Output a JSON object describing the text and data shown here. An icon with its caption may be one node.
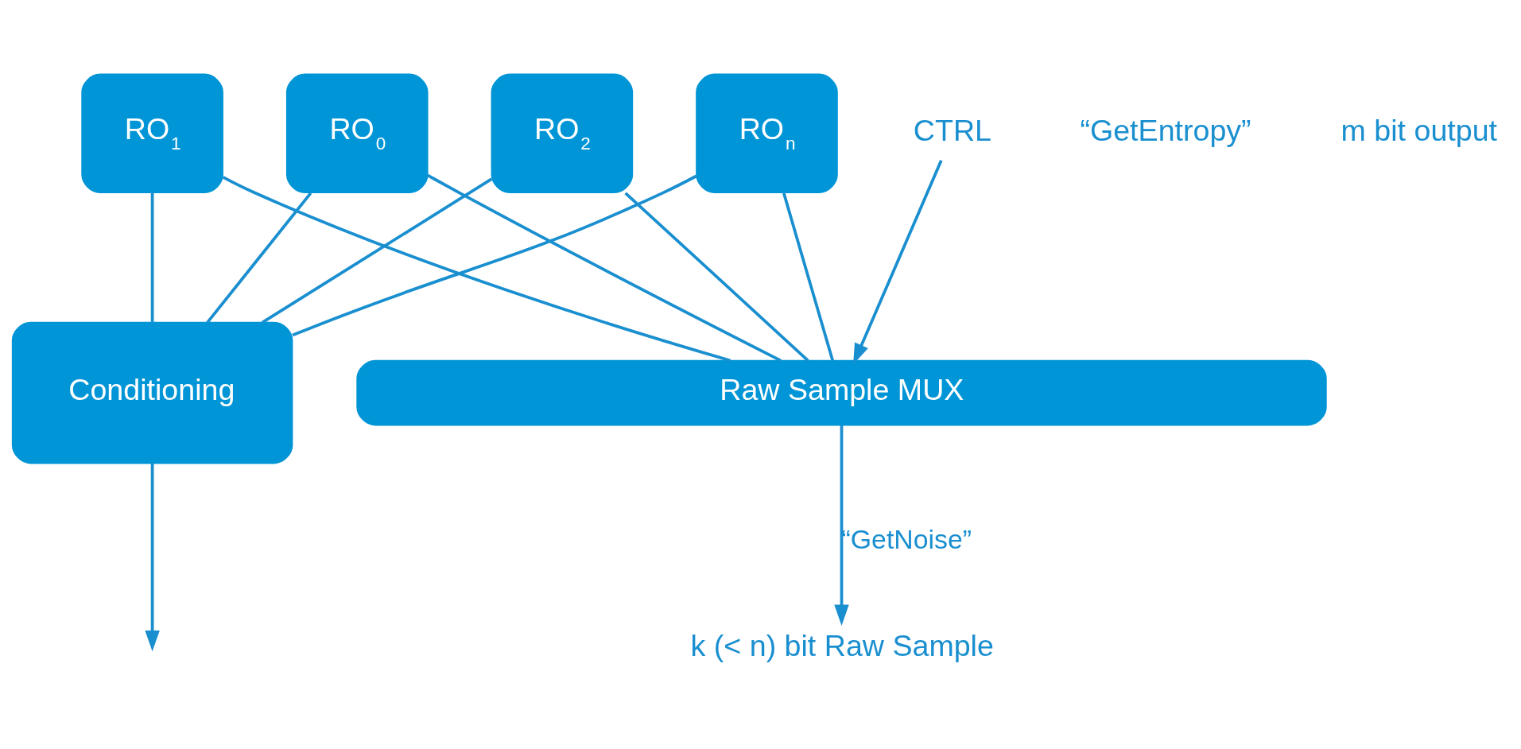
{
  "diagram": {
    "nodes": [
      {
        "text": [
          "RO$_{0}$"
        ]
      },
      {
        "text": [
          "RO$_{1}$"
        ]
      },
      {
        "text": [
          "RO$_{2}$"
        ]
      },
      {
        "text": [
          "RO$_{n}$"
        ]
      },
      {
        "text": [
          "Conditioning"
        ]
      },
      {
        "text": [
          "Raw Sample MUX"
        ]
      },
      {
        "text": [
          "CTRL"
        ]
      },
      {
        "text": [
          "k (< n) bit Raw Sample"
        ]
      }
    ],
    "edges": [
      {
        "from": 0,
        "to": 5,
        "arrow": "none"
      },
      {
        "from": 1,
        "to": 5,
        "arrow": "none"
      },
      {
        "from": 2,
        "to": 5,
        "arrow": "none"
      },
      {
        "from": 3,
        "to": 5,
        "arrow": "none"
      },
      {
        "from": 0,
        "to": 4,
        "arrow": "none"
      },
      {
        "from": 1,
        "to": 4,
        "arrow": "none"
      },
      {
        "from": 2,
        "to": 4,
        "arrow": "none"
      },
      {
        "from": 3,
        "to": 4,
        "arrow": "none"
      },
      {
        "from": 6,
        "to": 5,
        "arrow": "to"
      },
      {
        "from": 5,
        "to": 7,
        "arrow": "to",
        "label": "“GetNoise”"
      },
      {
        "from": 4,
        "to": null,
        "arrow": "to"
      }
    ],
    "labels": [
      "“GetEntropy”",
      "m bit output"
    ]
  }
}
